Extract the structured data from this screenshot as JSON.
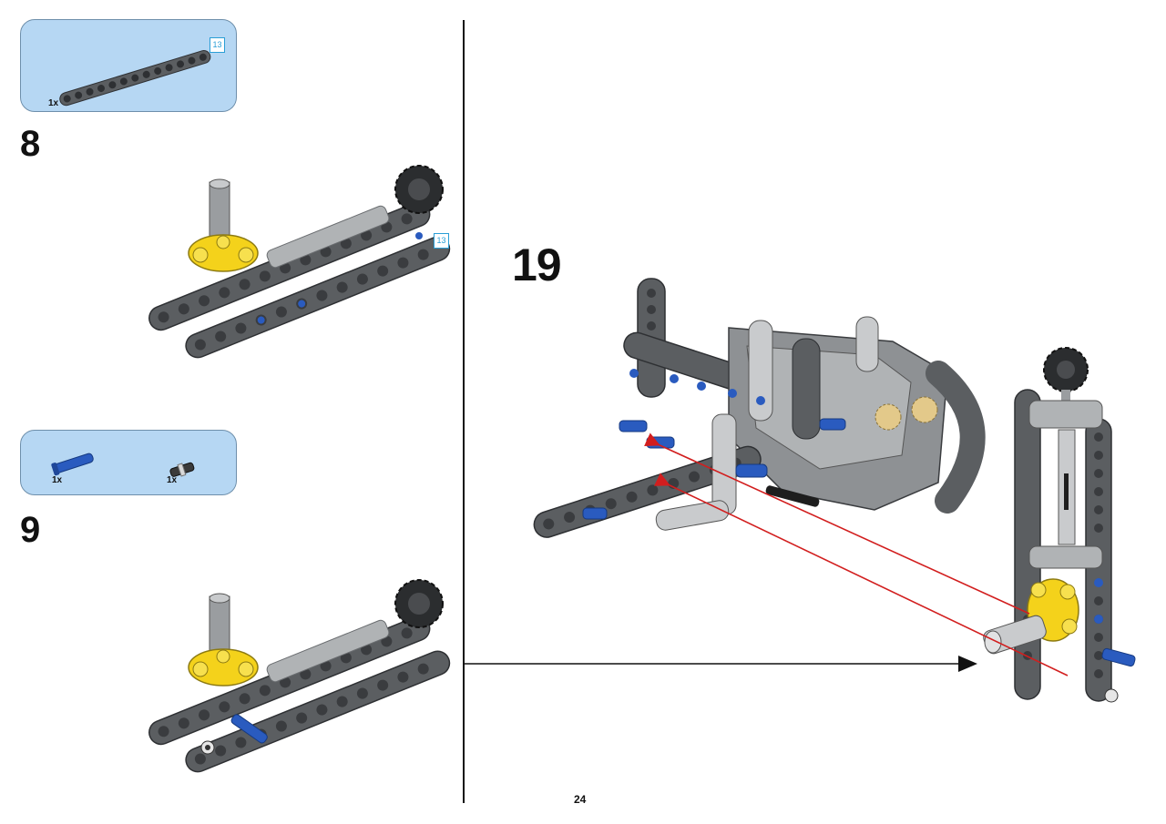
{
  "page": {
    "number": "24"
  },
  "step8": {
    "parts_box": {
      "quantity": "1x",
      "length_badge": "13"
    },
    "step_number": "8",
    "length_badge": "13"
  },
  "step9": {
    "parts_box": {
      "quantity_1": "1x",
      "quantity_2": "1x"
    },
    "step_number": "9"
  },
  "step19": {
    "step_number": "19"
  },
  "colors": {
    "parts_box_bg": "#b6d7f3",
    "beam_dark": "#5b5e61",
    "beam_light": "#b0b3b5",
    "pin_blue": "#2a5bbf",
    "hub_yellow": "#f4d21b",
    "arrow_red": "#d21e1e",
    "badge_blue": "#2a9ed6"
  },
  "icons": [
    "liftarm-13-icon",
    "gear-24-tooth-icon",
    "axle-pin-blue-icon",
    "friction-pin-icon",
    "hub-yellow-icon",
    "assembly-arrow-icon"
  ]
}
